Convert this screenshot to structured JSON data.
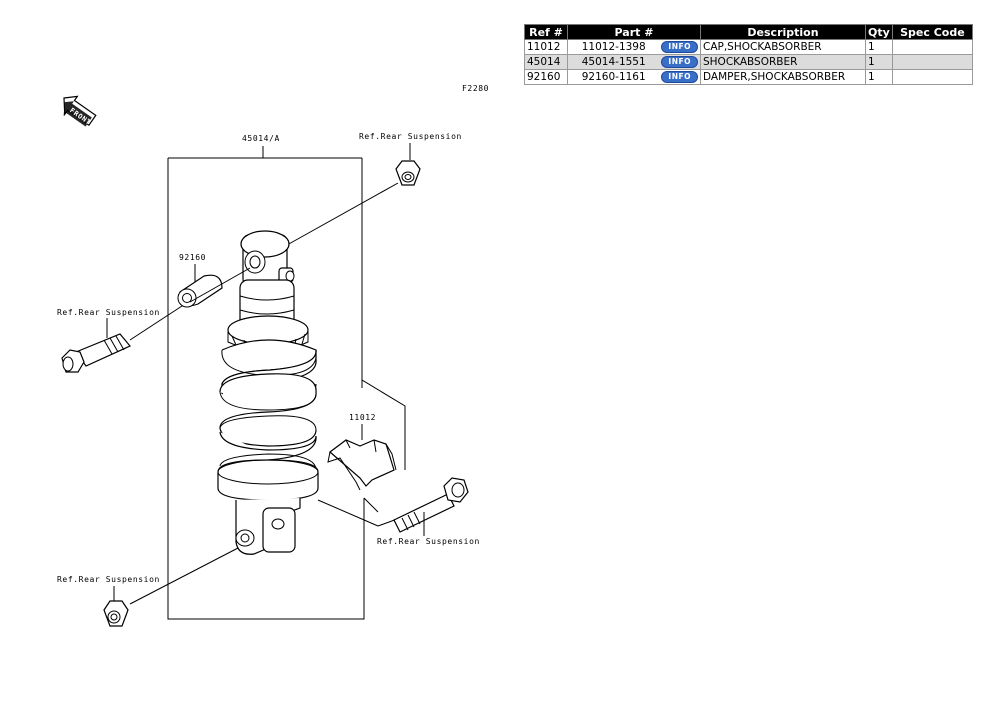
{
  "diagram": {
    "code": "F2280",
    "front_label": "FRONT",
    "assembly_label": "45014/A",
    "callouts": {
      "ref_top_right": "Ref.Rear Suspension",
      "ref_left_bolt": "Ref.Rear Suspension",
      "ref_right_bolt": "Ref.Rear Suspension",
      "ref_bottom_left": "Ref.Rear Suspension",
      "part_92160": "92160",
      "part_11012": "11012"
    }
  },
  "table": {
    "headers": [
      "Ref #",
      "Part #",
      "Description",
      "Qty",
      "Spec Code"
    ],
    "info_label": "INFO",
    "rows": [
      {
        "ref": "11012",
        "part": "11012-1398",
        "desc": "CAP,SHOCKABSORBER",
        "qty": "1",
        "spec": ""
      },
      {
        "ref": "45014",
        "part": "45014-1551",
        "desc": "SHOCKABSORBER",
        "qty": "1",
        "spec": ""
      },
      {
        "ref": "92160",
        "part": "92160-1161",
        "desc": "DAMPER,SHOCKABSORBER",
        "qty": "1",
        "spec": ""
      }
    ]
  }
}
